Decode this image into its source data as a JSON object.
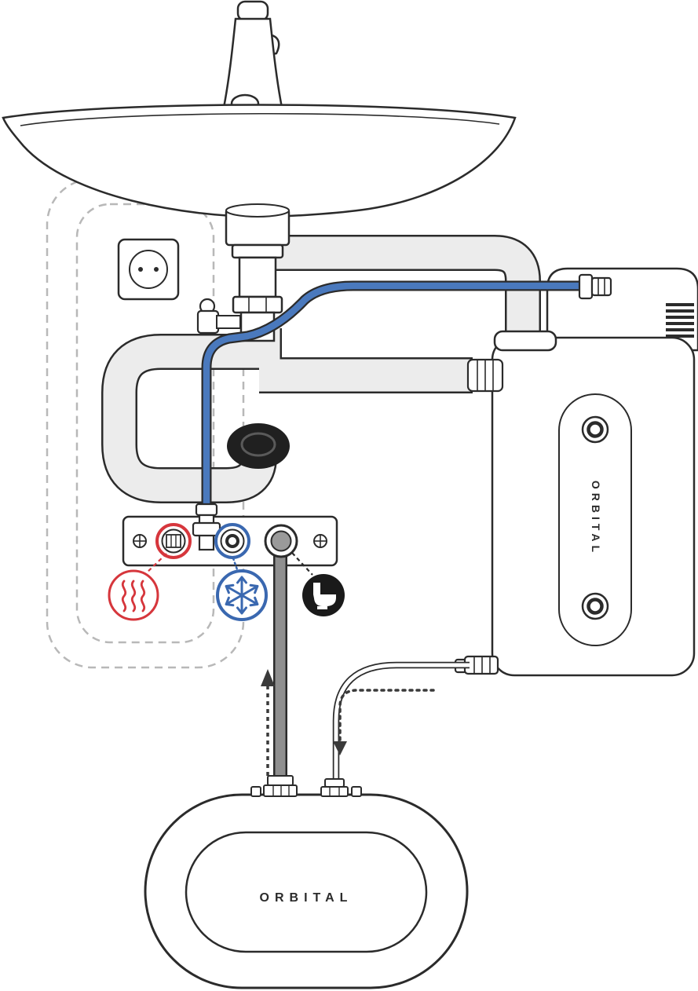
{
  "diagram": {
    "type": "plumbing-installation-schematic",
    "units": {
      "wall": {
        "label": "ORBITAL"
      },
      "floor": {
        "label": "ORBITAL"
      }
    },
    "legend": {
      "hot_water": {
        "icon": "heat-waves-icon",
        "color": "#d6363c"
      },
      "cold_water": {
        "icon": "snowflake-icon",
        "color": "#3a68b0"
      },
      "toilet_feed": {
        "icon": "toilet-icon",
        "color": "#1a1a1a"
      }
    },
    "colors": {
      "outline": "#2b2b2b",
      "pipe_fill": "#ececec",
      "cold_hose": "#4a79bd",
      "gray_pipe": "#8f8f8f",
      "dashed_guide": "#b8b8b8",
      "coupling": "#202020"
    }
  }
}
